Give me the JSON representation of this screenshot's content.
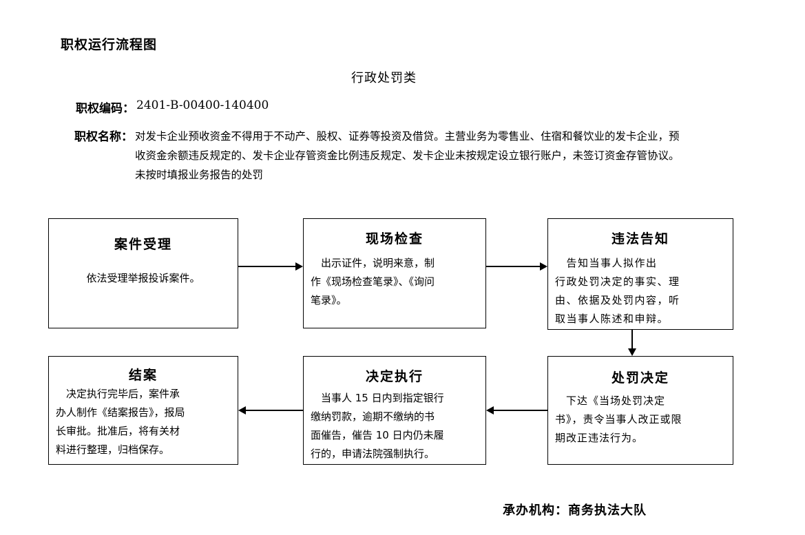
{
  "header": {
    "title": "职权运行流程图",
    "subtitle": "行政处罚类",
    "code_label": "职权编码：",
    "code_value": "2401-B-00400-140400",
    "name_label": "职权名称：",
    "name_lines": [
      "对发卡企业预收资金不得用于不动产、股权、证券等投资及借贷。主营业务为零售业、住宿和餐饮业的发卡企业，预",
      "收资金余额违反规定的、发卡企业存管资金比例违反规定、发卡企业未按规定设立银行账户，未签订资金存管协议。",
      "未按时填报业务报告的处罚"
    ]
  },
  "flow": {
    "boxes": [
      {
        "id": "case-acceptance",
        "title": "案件受理",
        "lines": [
          "依法受理举报投诉案件。"
        ]
      },
      {
        "id": "site-inspection",
        "title": "现场检查",
        "lines": [
          "　出示证件，说明来意，制",
          "作《现场检查笔录》、《询问",
          "笔录》。"
        ]
      },
      {
        "id": "violation-notice",
        "title": "违法告知",
        "lines": [
          "　告知当事人拟作出",
          "行政处罚决定的事实、理",
          "由、依据及处罚内容，听",
          "取当事人陈述和申辩。"
        ]
      },
      {
        "id": "penalty-decision",
        "title": "处罚决定",
        "lines": [
          "　下达《当场处罚决定",
          "书》，责令当事人改正或限",
          "期改正违法行为。"
        ]
      },
      {
        "id": "decision-execution",
        "title": "决定执行",
        "lines": [
          "　当事人 15 日内到指定银行",
          "缴纳罚款，逾期不缴纳的书",
          "面催告，催告 10 日内仍未履",
          "行的，申请法院强制执行。"
        ]
      },
      {
        "id": "case-closure",
        "title": "结案",
        "lines": [
          "　决定执行完毕后，案件承",
          "办人制作《结案报告》，报局",
          "长审批。批准后，将有关材",
          "料进行整理，归档保存。"
        ]
      }
    ]
  },
  "footer": {
    "text": "承办机构：商务执法大队"
  },
  "colors": {
    "ink": "#000000",
    "page": "#ffffff"
  }
}
